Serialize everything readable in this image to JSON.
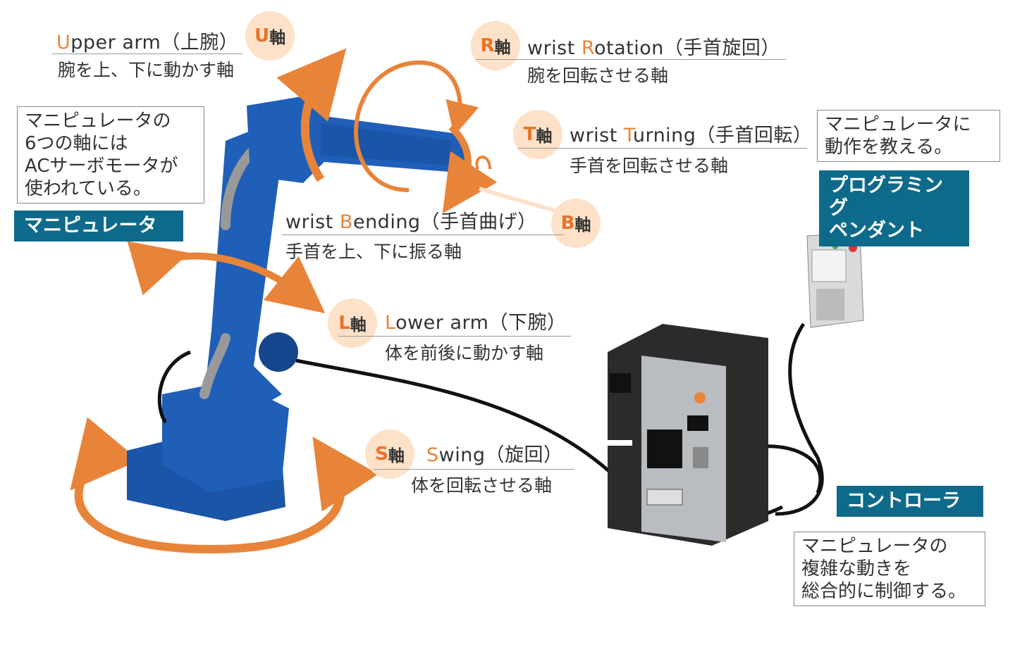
{
  "axes": {
    "u": {
      "badge_letter": "U",
      "badge_kanji": "軸",
      "initial": "U",
      "rest": "pper arm",
      "jp": "（上腕）",
      "desc": "腕を上、下に動かす軸"
    },
    "r": {
      "badge_letter": "R",
      "badge_kanji": "軸",
      "prefix": "wrist ",
      "initial": "R",
      "rest": "otation",
      "jp": "（手首旋回）",
      "desc": "腕を回転させる軸"
    },
    "t": {
      "badge_letter": "T",
      "badge_kanji": "軸",
      "prefix": "wrist ",
      "initial": "T",
      "rest": "urning",
      "jp": "（手首回転）",
      "desc": "手首を回転させる軸"
    },
    "b": {
      "badge_letter": "B",
      "badge_kanji": "軸",
      "prefix": "wrist ",
      "initial": "B",
      "rest": "ending",
      "jp": "（手首曲げ）",
      "desc": "手首を上、下に振る軸"
    },
    "l": {
      "badge_letter": "L",
      "badge_kanji": "軸",
      "initial": "L",
      "rest": "ower arm",
      "jp": "（下腕）",
      "desc": "体を前後に動かす軸"
    },
    "s": {
      "badge_letter": "S",
      "badge_kanji": "軸",
      "initial": "S",
      "rest": "wing",
      "jp": "（旋回）",
      "desc": "体を回転させる軸"
    }
  },
  "manipulator": {
    "note": [
      "マニピュレータの",
      "6つの軸には",
      "ACサーボモータが",
      "使われている。"
    ],
    "label": "マニピュレータ"
  },
  "pendant": {
    "note": [
      "マニピュレータに",
      "動作を教える。"
    ],
    "label": [
      "プログラミング",
      "ペンダント"
    ]
  },
  "controller": {
    "label": "コントローラ",
    "note": [
      "マニピュレータの",
      "複雑な動きを",
      "総合的に制御する。"
    ]
  },
  "colors": {
    "accent": "#e8843a",
    "badge_bg": "#fde1c8",
    "label_bg": "#0e6a8a",
    "robot": "#1f5fb8"
  }
}
